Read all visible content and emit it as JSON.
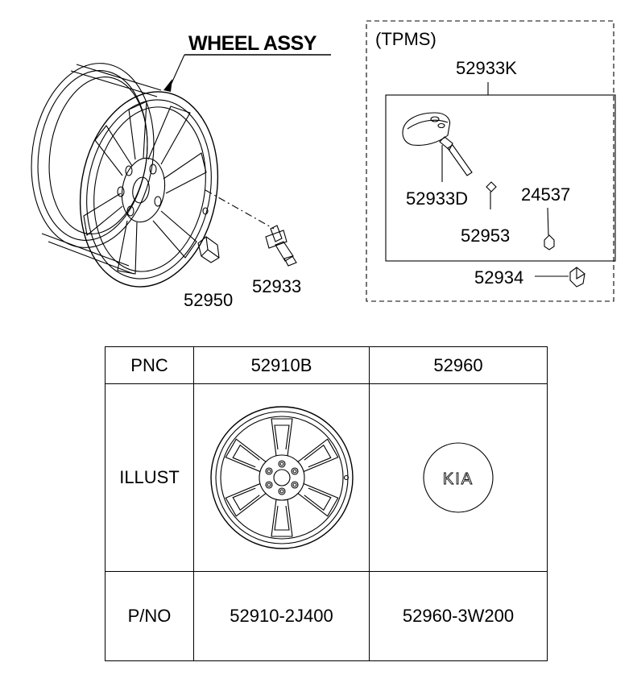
{
  "diagram": {
    "title": "WHEEL ASSY",
    "tpms_box_label": "(TPMS)",
    "callouts": {
      "tpms_kit": "52933K",
      "sensor": "52933D",
      "valve_core": "52953",
      "valve_cap_small": "24537",
      "nut": "52934",
      "lug_nut": "52950",
      "valve": "52933"
    }
  },
  "table": {
    "row_headers": {
      "pnc": "PNC",
      "illust": "ILLUST",
      "pno": "P/NO"
    },
    "columns": [
      {
        "pnc": "52910B",
        "pno": "52910-2J400",
        "illust_icon": "alloy-wheel"
      },
      {
        "pnc": "52960",
        "pno": "52960-3W200",
        "illust_icon": "kia-center-cap",
        "logo_text": "KIA"
      }
    ]
  }
}
